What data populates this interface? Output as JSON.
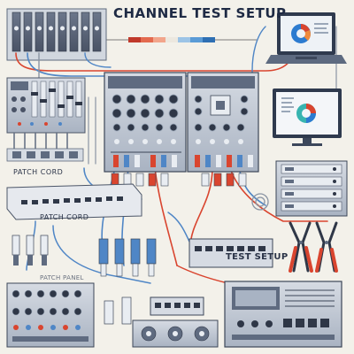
{
  "title": "CHANNEL TEST SETUP",
  "labels": {
    "patch_cord_left": "PATCH CORD",
    "patch_cord_mid": "PATCH CORD",
    "patch_panel_low": "PATCH PANEL",
    "test_setup": "TEST SETUP"
  },
  "colors": {
    "background": "#f3f1ea",
    "device_body": "#b9c2cf",
    "device_dark": "#5f6b80",
    "cable_red": "#d9452f",
    "cable_blue": "#4f86c6",
    "cable_gray": "#8a94a3",
    "chart_orange": "#f08a3c",
    "chart_blue": "#2c7bd0",
    "chart_teal": "#38b4b0"
  },
  "icons": [
    "laptop-icon",
    "monitor-icon",
    "pliers-icon",
    "crimper-icon",
    "mixer-icon",
    "patch-panel-icon",
    "switch-icon",
    "rack-unit-icon",
    "cable-connector-icon"
  ]
}
